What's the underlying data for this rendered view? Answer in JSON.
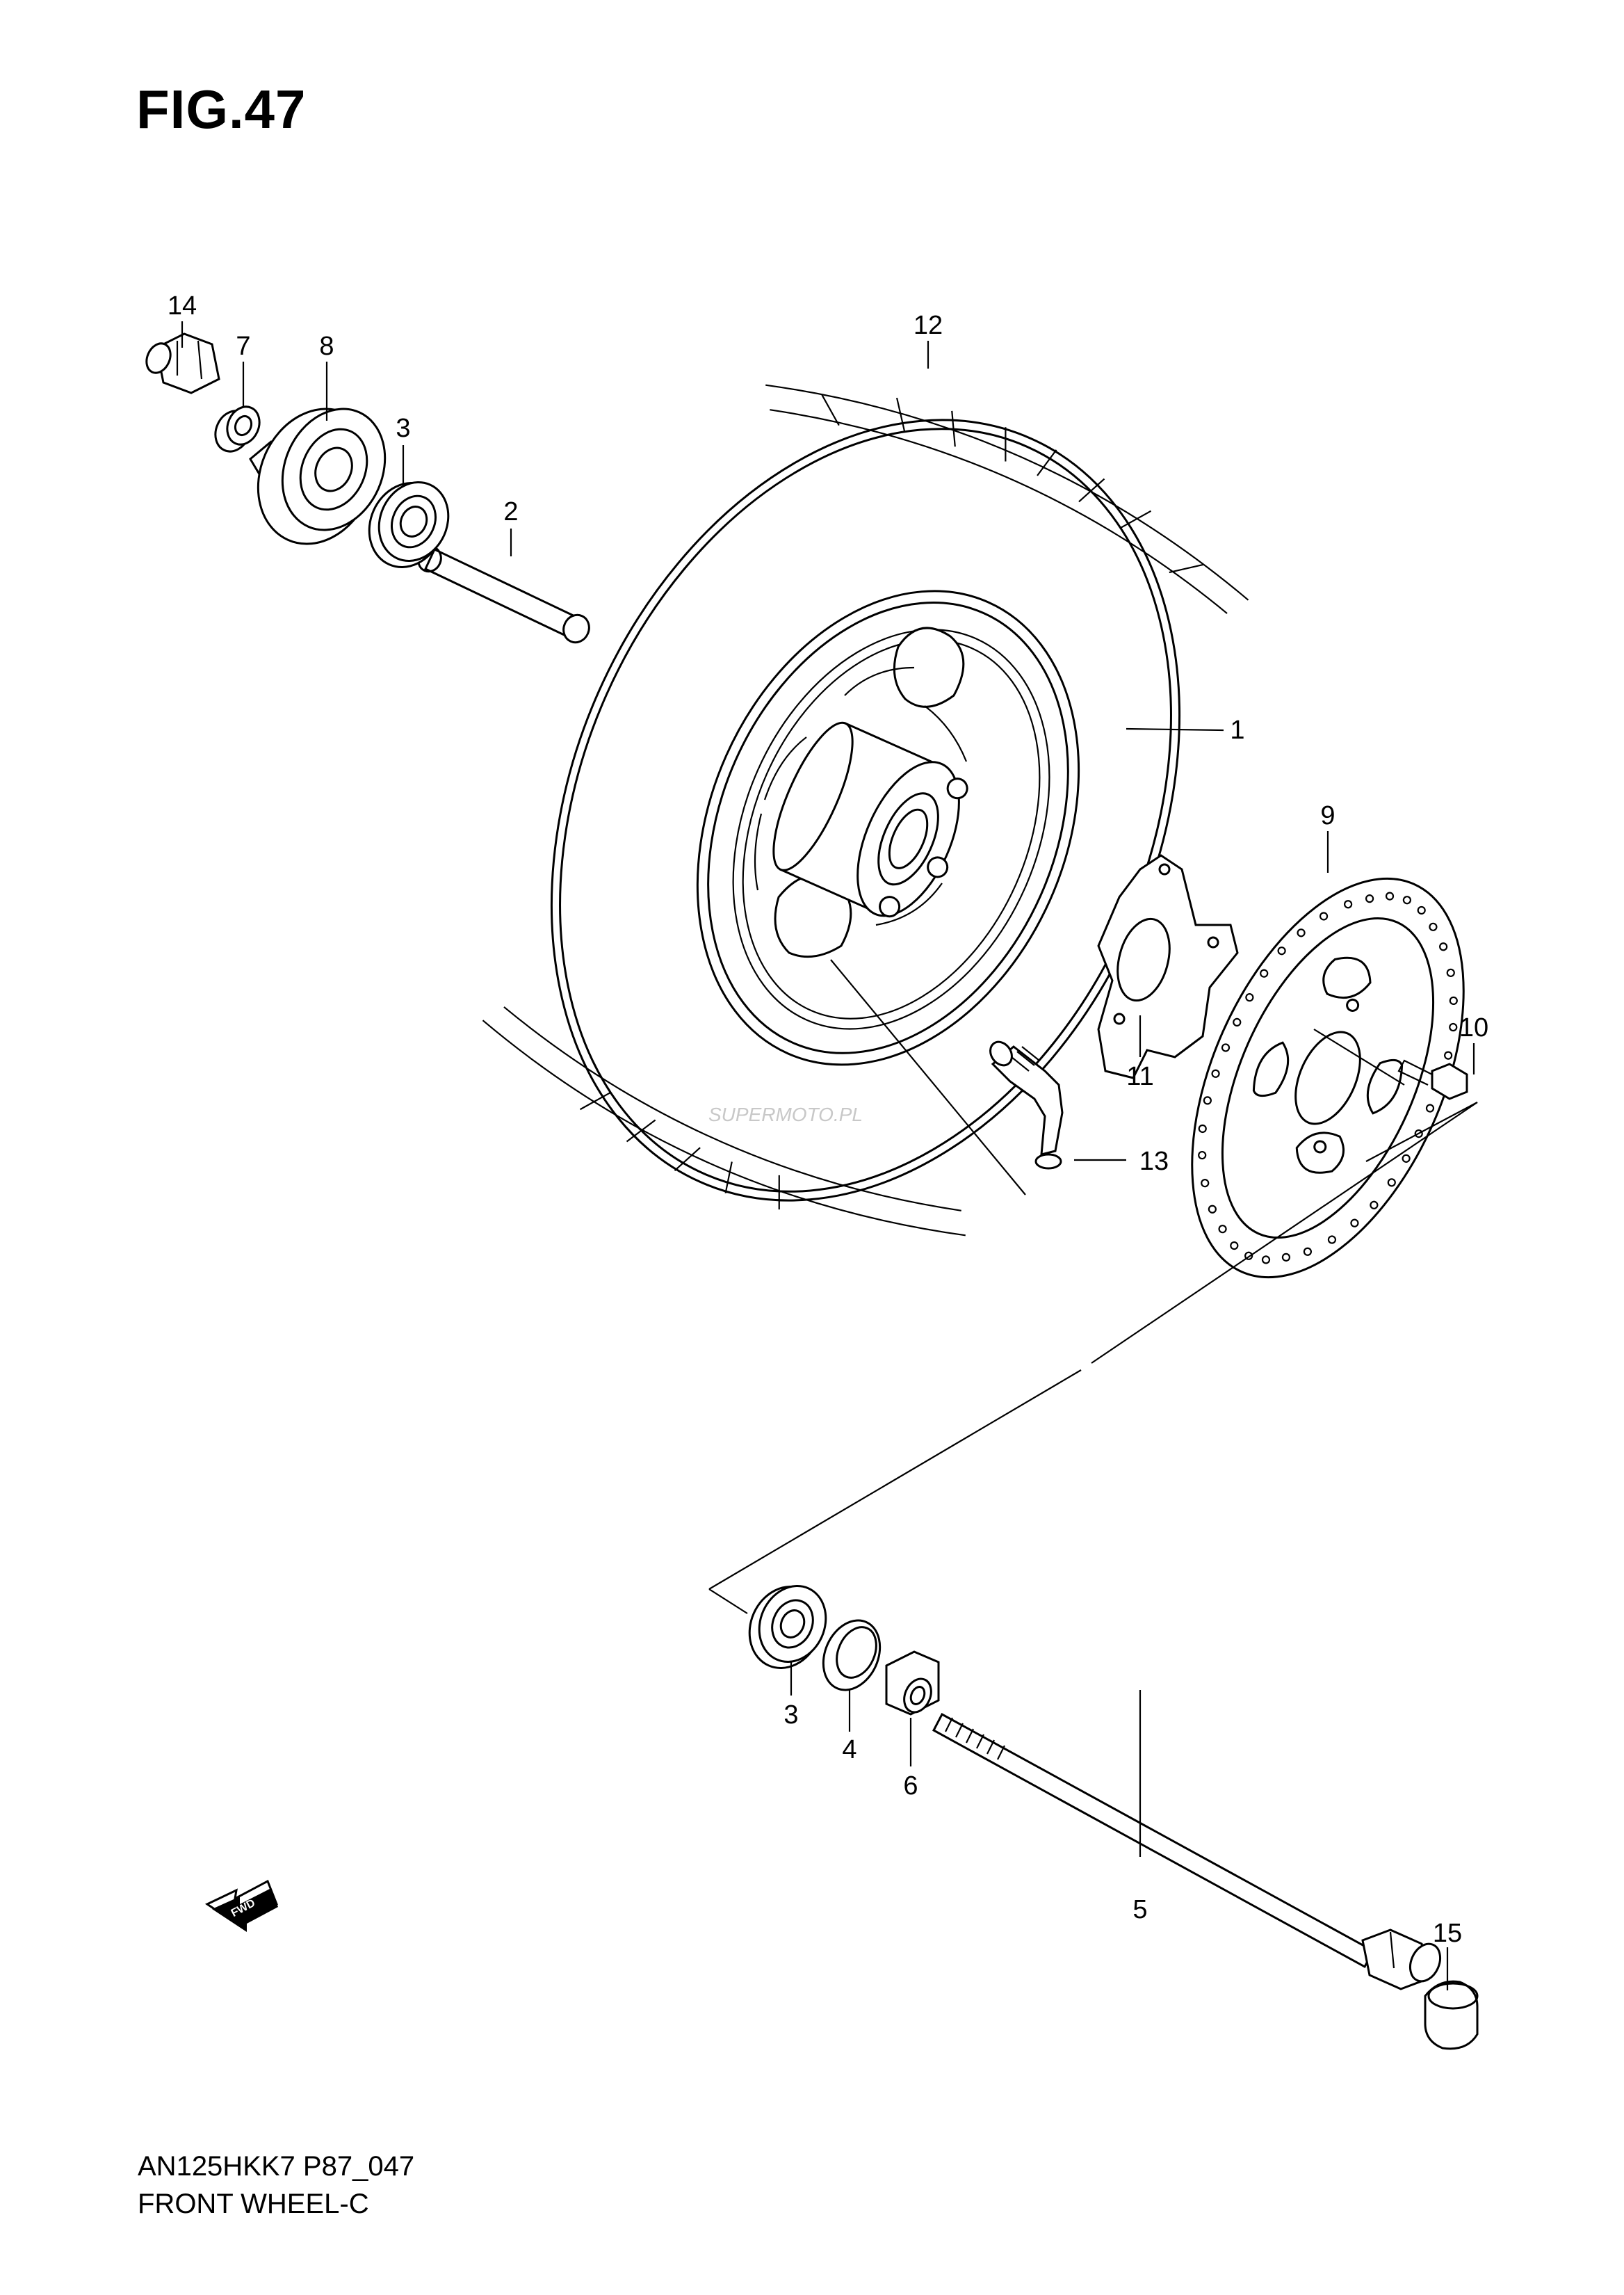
{
  "figure": {
    "title": "FIG.47",
    "model_code": "AN125HKK7 P87_047",
    "section_name": "FRONT WHEEL-C"
  },
  "parts": [
    {
      "ref": "1",
      "label": "1"
    },
    {
      "ref": "2",
      "label": "2"
    },
    {
      "ref": "3",
      "label": "3"
    },
    {
      "ref": "3b",
      "label": "3"
    },
    {
      "ref": "4",
      "label": "4"
    },
    {
      "ref": "5",
      "label": "5"
    },
    {
      "ref": "6",
      "label": "6"
    },
    {
      "ref": "7",
      "label": "7"
    },
    {
      "ref": "8",
      "label": "8"
    },
    {
      "ref": "9",
      "label": "9"
    },
    {
      "ref": "10",
      "label": "10"
    },
    {
      "ref": "11",
      "label": "11"
    },
    {
      "ref": "12",
      "label": "12"
    },
    {
      "ref": "13",
      "label": "13"
    },
    {
      "ref": "14",
      "label": "14"
    },
    {
      "ref": "15",
      "label": "15"
    }
  ],
  "direction_marker": {
    "label": "FWD",
    "icon": "fwd-arrow-icon"
  },
  "watermark": "SUPERMOTO.PL"
}
